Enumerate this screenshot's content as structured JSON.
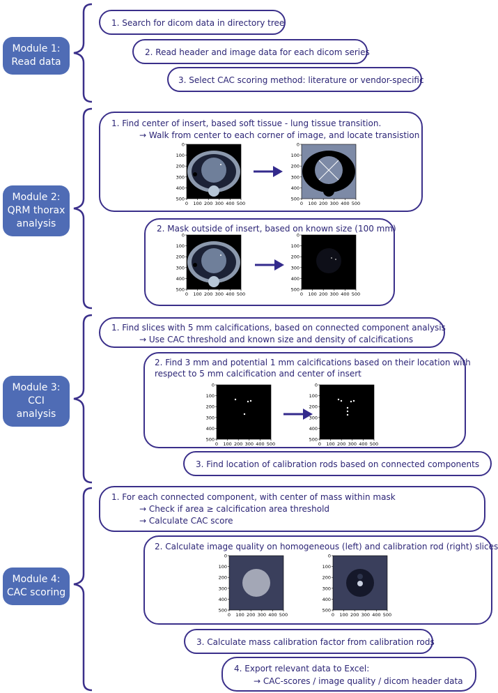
{
  "modules": [
    {
      "line1": "Module 1:",
      "line2": "Read data"
    },
    {
      "line1": "Module 2:",
      "line2": "QRM thorax",
      "line3": "analysis"
    },
    {
      "line1": "Module 3:",
      "line2": "CCI",
      "line3": "analysis"
    },
    {
      "line1": "Module 4:",
      "line2": "CAC scoring"
    }
  ],
  "m1": {
    "s1": "1. Search for dicom data in directory tree",
    "s2": "2. Read header and image data for each dicom series",
    "s3": "3. Select CAC scoring method: literature or vendor-specific"
  },
  "m2": {
    "s1a": "1. Find center of insert, based soft tissue - lung tissue transition.",
    "s1b": "→ Walk from center to each corner of image, and locate transistion",
    "s2": "2. Mask outside of insert, based on known size (100 mm)"
  },
  "m3": {
    "s1a": "1. Find slices with 5 mm calcifications, based on connected component analysis",
    "s1b": "→ Use CAC threshold and known size and density of calcifications",
    "s2a": "2. Find 3 mm and potential 1 mm calcifications based on their location with",
    "s2b": "respect to 5 mm calcification and center of insert",
    "s3": "3. Find location of calibration rods based on connected components"
  },
  "m4": {
    "s1a": "1. For each connected component, with center of mass within mask",
    "s1b": "→ Check if area ≥ calcification area threshold",
    "s1c": "→ Calculate CAC score",
    "s2": "2. Calculate image quality on homogeneous (left) and calibration rod (right) slices",
    "s3": "3. Calculate mass calibration factor from calibration rods",
    "s4a": "4. Export relevant data to Excel:",
    "s4b": "→ CAC-scores / image quality / dicom header data"
  },
  "axis": {
    "y_ticks": [
      "0",
      "100",
      "200",
      "300",
      "400",
      "500"
    ],
    "x_ticks": [
      "0",
      "100",
      "200",
      "300",
      "400",
      "500"
    ]
  },
  "colors": {
    "module_fill": "#4f6cb5",
    "box_border": "#3a2f8a",
    "text": "#2b2475",
    "arrow": "#332a8c"
  }
}
